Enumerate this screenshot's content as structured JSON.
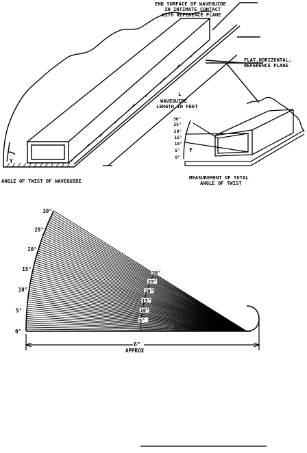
{
  "labels": {
    "end_surface_1": "END SURFACE OF WAVEGUIDE",
    "end_surface_2": "IN INTIMATE CONTACT",
    "end_surface_3": "WITH REFERENCE PLANE",
    "flat_plane_1": "FLAT,HORIZONTAL,",
    "flat_plane_2": "REFERENCE PLANE",
    "length_letter": "L",
    "length_1": "WAVEGUIDE",
    "length_2": "LENGTH IN FEET",
    "gamma_left": "Y",
    "gamma_inset": "Y",
    "angle_caption": "ANGLE OF TWIST OF WAVEGUIDE",
    "measure_caption_1": "MEASUREMENT OF TOTAL",
    "measure_caption_2": "ANGLE OF TWIST",
    "approx_dim": "6\"",
    "approx_label": "APPROX"
  },
  "inset_scale": [
    "30°",
    "25°",
    "20°",
    "15°",
    "10°",
    "5°",
    "0°"
  ],
  "protractor_outer": [
    "30°",
    "25°",
    "20°",
    "15°",
    "10°",
    "5°",
    "0°"
  ],
  "protractor_inner": [
    "30°",
    "25°",
    "20°",
    "15°",
    "10°",
    "5°"
  ],
  "protractor": {
    "max_angle_deg": 30,
    "line_step_deg": 0.5
  }
}
